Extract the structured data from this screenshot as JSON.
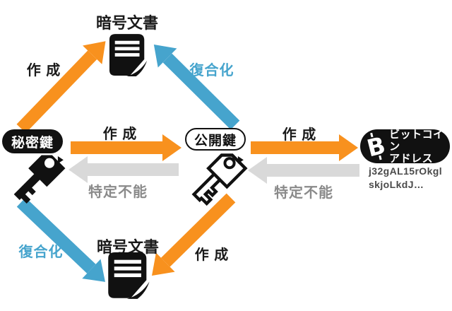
{
  "nodes": {
    "encrypted_doc_top": {
      "title": "暗号文書"
    },
    "encrypted_doc_bottom": {
      "title": "暗号文書"
    },
    "private_key": {
      "label": "秘密鍵"
    },
    "public_key": {
      "label": "公開鍵"
    },
    "bitcoin_address": {
      "symbol": "B",
      "name_line1": "ビットコイン",
      "name_line2": "アドレス",
      "value_line1": "j32gAL15rOkgl",
      "value_line2": "skjoLkdJ…"
    }
  },
  "arrows": {
    "create_top_left": {
      "label": "作 成",
      "color": "orange"
    },
    "decrypt_top_right": {
      "label": "復合化",
      "color": "blue"
    },
    "create_mid_left": {
      "label": "作 成",
      "color": "orange"
    },
    "unidentifiable_mid_left": {
      "label": "特定不能",
      "color": "gray"
    },
    "create_mid_right": {
      "label": "作 成",
      "color": "orange"
    },
    "unidentifiable_mid_right": {
      "label": "特定不能",
      "color": "gray"
    },
    "decrypt_bottom_left": {
      "label": "復合化",
      "color": "blue"
    },
    "create_bottom_right": {
      "label": "作 成",
      "color": "orange"
    }
  },
  "colors": {
    "orange": "#F8911E",
    "blue": "#46A4CD",
    "gray_arrow": "#D9D9D9",
    "gray_text": "#8A8A8A",
    "black": "#111111"
  }
}
